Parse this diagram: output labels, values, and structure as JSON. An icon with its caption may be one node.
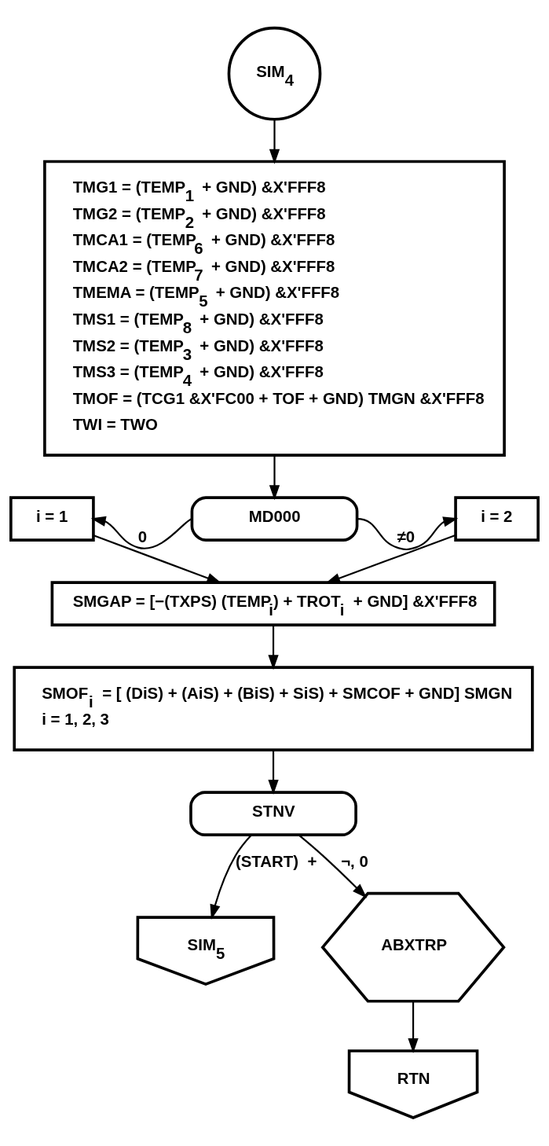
{
  "diagram": {
    "nodes": [
      {
        "text": [
          "SIM$_{4}$"
        ]
      },
      {
        "text": [
          "TMG1 = (TEMP$_{1}$ + GND) &X'FFF8",
          "TMG2 = (TEMP$_{2}$ + GND) &X'FFF8",
          "TMCA1 = (TEMP$_{6}$ + GND) &X'FFF8",
          "TMCA2 = (TEMP$_{7}$ + GND) &X'FFF8",
          "TMEMA = (TEMP$_{5}$ + GND) &X'FFF8",
          "TMS1 = (TEMP$_{8}$ + GND) &X'FFF8",
          "TMS2 = (TEMP$_{3}$ + GND) &X'FFF8",
          "TMS3 = (TEMP$_{4}$ + GND) &X'FFF8",
          "TMOF = (TCG1 &X'FC00 + TOF + GND) TMGN &X'FFF8",
          "TWI = TWO"
        ]
      },
      {
        "text": [
          "i = 1"
        ]
      },
      {
        "text": [
          "MD000"
        ]
      },
      {
        "text": [
          "i = 2"
        ]
      },
      {
        "text": [
          "SMGAP = [−(TXPS) (TEMP$_{i}$) + TROT$_{i}$ + GND] &X'FFF8"
        ]
      },
      {
        "text": [
          "SMOF$_{i}$ = [ (DiS) + (AiS) + (BiS) + SiS) + SMCOF + GND] SMGN",
          "i = 1, 2, 3"
        ]
      },
      {
        "text": [
          "STNV"
        ]
      },
      {
        "text": [
          "SIM$_{5}$"
        ]
      },
      {
        "text": [
          "ABXTRP"
        ]
      },
      {
        "text": [
          "RTN"
        ]
      }
    ],
    "edges": [
      {
        "from": 0,
        "to": 1,
        "arrow": "to"
      },
      {
        "from": 1,
        "to": 3,
        "arrow": "to"
      },
      {
        "from": 3,
        "to": 2,
        "arrow": "to",
        "label": "0"
      },
      {
        "from": 3,
        "to": 4,
        "arrow": "to",
        "label": "≠0"
      },
      {
        "from": 2,
        "to": 5,
        "arrow": "to"
      },
      {
        "from": 4,
        "to": 5,
        "arrow": "to"
      },
      {
        "from": 5,
        "to": 6,
        "arrow": "to"
      },
      {
        "from": 6,
        "to": 7,
        "arrow": "to"
      },
      {
        "from": 7,
        "to": 8,
        "arrow": "to",
        "label": "(START)  +"
      },
      {
        "from": 7,
        "to": 9,
        "arrow": "to",
        "label": "¬, 0"
      },
      {
        "from": 9,
        "to": 10,
        "arrow": "to"
      }
    ]
  }
}
